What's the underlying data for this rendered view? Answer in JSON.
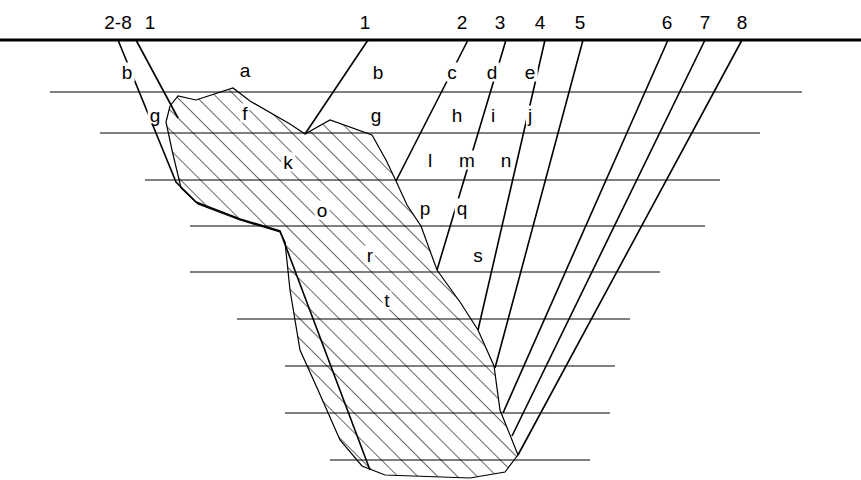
{
  "diagram": {
    "labels": [
      "2-8",
      "1",
      "1",
      "2",
      "3",
      "4",
      "5",
      "6",
      "7",
      "8",
      "a",
      "b",
      "b",
      "c",
      "d",
      "e",
      "g",
      "f",
      "g",
      "h",
      "i",
      "j",
      "k",
      "l",
      "m",
      "n",
      "o",
      "p",
      "q",
      "r",
      "s",
      "t"
    ]
  }
}
